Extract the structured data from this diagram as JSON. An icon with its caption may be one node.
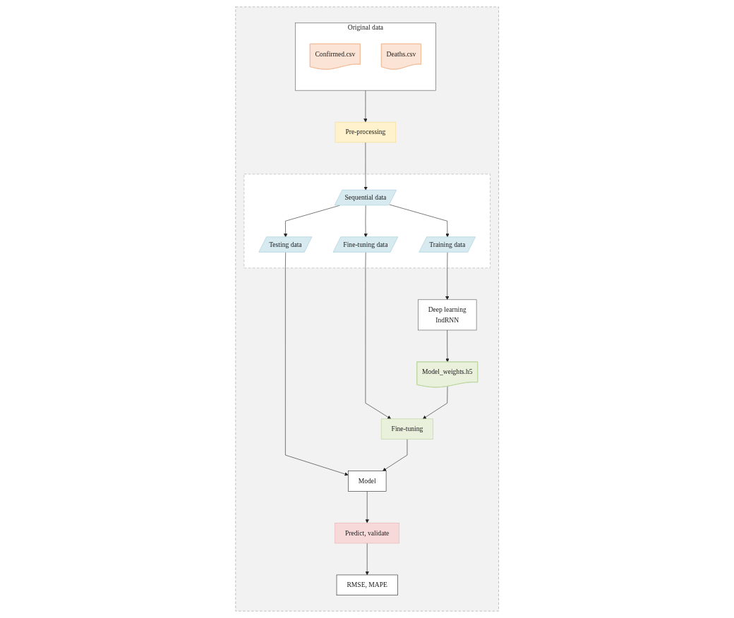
{
  "diagram": {
    "nodes": [
      {
        "text": [],
        "shape": "box"
      },
      {
        "text": [
          "Original data"
        ],
        "in": 0
      },
      {
        "text": [
          "Confirmed.csv"
        ],
        "in": 1
      },
      {
        "text": [
          "Deaths.csv"
        ],
        "in": 1
      },
      {
        "text": [
          "Pre-processing"
        ],
        "in": 0
      },
      {
        "text": [],
        "shape": "box",
        "in": 0
      },
      {
        "text": [
          "Sequential data"
        ],
        "in": 5
      },
      {
        "text": [
          "Training data"
        ],
        "in": 5
      },
      {
        "text": [
          "Fine-tuning data"
        ],
        "in": 5
      },
      {
        "text": [
          "Testing data"
        ],
        "in": 5
      },
      {
        "text": [
          "Deep learning",
          "IndRNN"
        ],
        "in": 0
      },
      {
        "text": [
          "Fine-tuning"
        ],
        "in": 0
      },
      {
        "text": [
          "Model"
        ],
        "in": 0
      },
      {
        "text": [
          "Model_weights.h5"
        ],
        "in": 0
      },
      {
        "text": [
          "Predict, validate"
        ],
        "in": 0
      },
      {
        "text": [
          "RMSE, MAPE"
        ],
        "in": 0
      }
    ],
    "edges": [
      {
        "from": 1,
        "to": 4,
        "arrow": "to"
      },
      {
        "from": 4,
        "to": 6,
        "arrow": "to"
      },
      {
        "from": 6,
        "to": 7,
        "arrow": "to"
      },
      {
        "from": 6,
        "to": 8,
        "arrow": "to"
      },
      {
        "from": 6,
        "to": 9,
        "arrow": "to"
      },
      {
        "from": 7,
        "to": 10,
        "arrow": "to"
      },
      {
        "from": 8,
        "to": 11,
        "arrow": "to"
      },
      {
        "from": 9,
        "to": 12,
        "arrow": "to"
      },
      {
        "from": 11,
        "to": 12,
        "arrow": "to"
      },
      {
        "from": 10,
        "to": 13,
        "arrow": "to"
      },
      {
        "from": 13,
        "to": 11,
        "arrow": "to"
      },
      {
        "from": 12,
        "to": 14,
        "arrow": "to"
      },
      {
        "from": 14,
        "to": 15,
        "arrow": "to"
      }
    ]
  }
}
